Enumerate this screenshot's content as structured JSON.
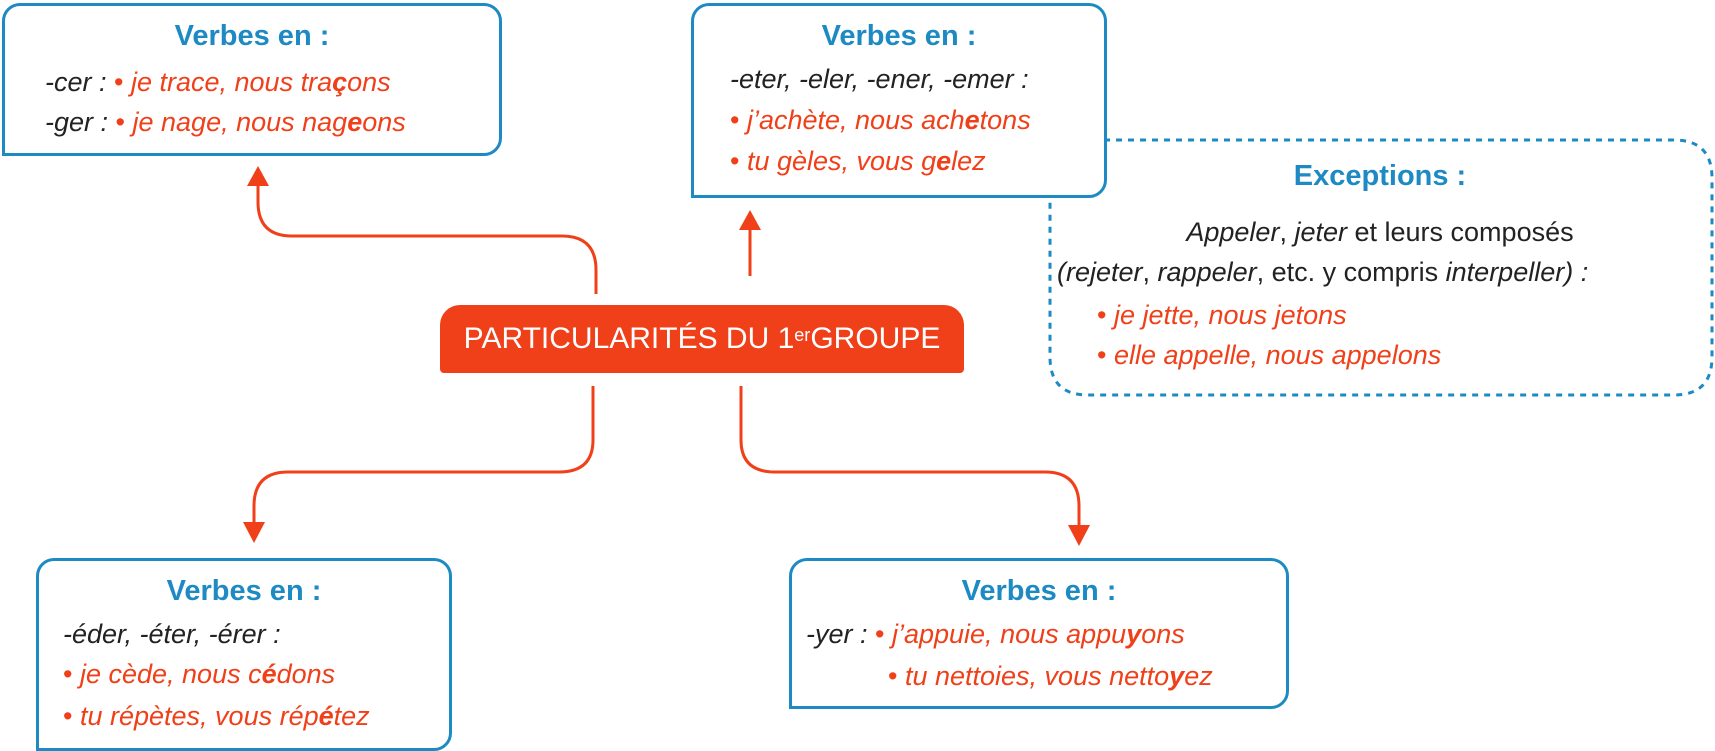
{
  "center": {
    "label_main": "PARTICULARITÉS DU 1",
    "label_sup": "er",
    "label_end": " GROUPE"
  },
  "box_cer": {
    "title": "Verbes en :",
    "row1_prefix": "-cer : ",
    "row1_a": "je trace, nous tra",
    "row1_b": "ç",
    "row1_c": "ons",
    "row2_prefix": "-ger : ",
    "row2_a": "je nage, nous nag",
    "row2_b": "e",
    "row2_c": "ons"
  },
  "box_eter": {
    "title": "Verbes en :",
    "endings": "-eter, -eler, -ener, -emer :",
    "ex1_a": "j’achète, nous ach",
    "ex1_b": "e",
    "ex1_c": "tons",
    "ex2_a": "tu gèles, vous g",
    "ex2_b": "e",
    "ex2_c": "lez"
  },
  "exceptions": {
    "title": "Exceptions :",
    "line1_a": "Appeler",
    "line1_b": ", ",
    "line1_c": "jeter",
    "line1_d": " et leurs composés",
    "line2_a": "(rejeter",
    "line2_b": ", ",
    "line2_c": "rappeler",
    "line2_d": ", etc. y compris ",
    "line2_e": "interpeller) :",
    "ex1": "je jette, nous jetons",
    "ex2": "elle appelle, nous appelons"
  },
  "box_eder": {
    "title": "Verbes en :",
    "endings": "-éder, -éter, -érer :",
    "ex1_a": "je cède, nous c",
    "ex1_b": "é",
    "ex1_c": "dons",
    "ex2_a": "tu répètes, vous rép",
    "ex2_b": "é",
    "ex2_c": "tez"
  },
  "box_yer": {
    "title": "Verbes en :",
    "prefix": "-yer : ",
    "ex1_a": "j’appuie, nous appu",
    "ex1_b": "y",
    "ex1_c": "ons",
    "ex2_a": "tu nettoies, vous netto",
    "ex2_b": "y",
    "ex2_c": "ez"
  },
  "bullet": "•",
  "colors": {
    "blue": "#1d8ac4",
    "red": "#f0401a",
    "text": "#222222"
  }
}
